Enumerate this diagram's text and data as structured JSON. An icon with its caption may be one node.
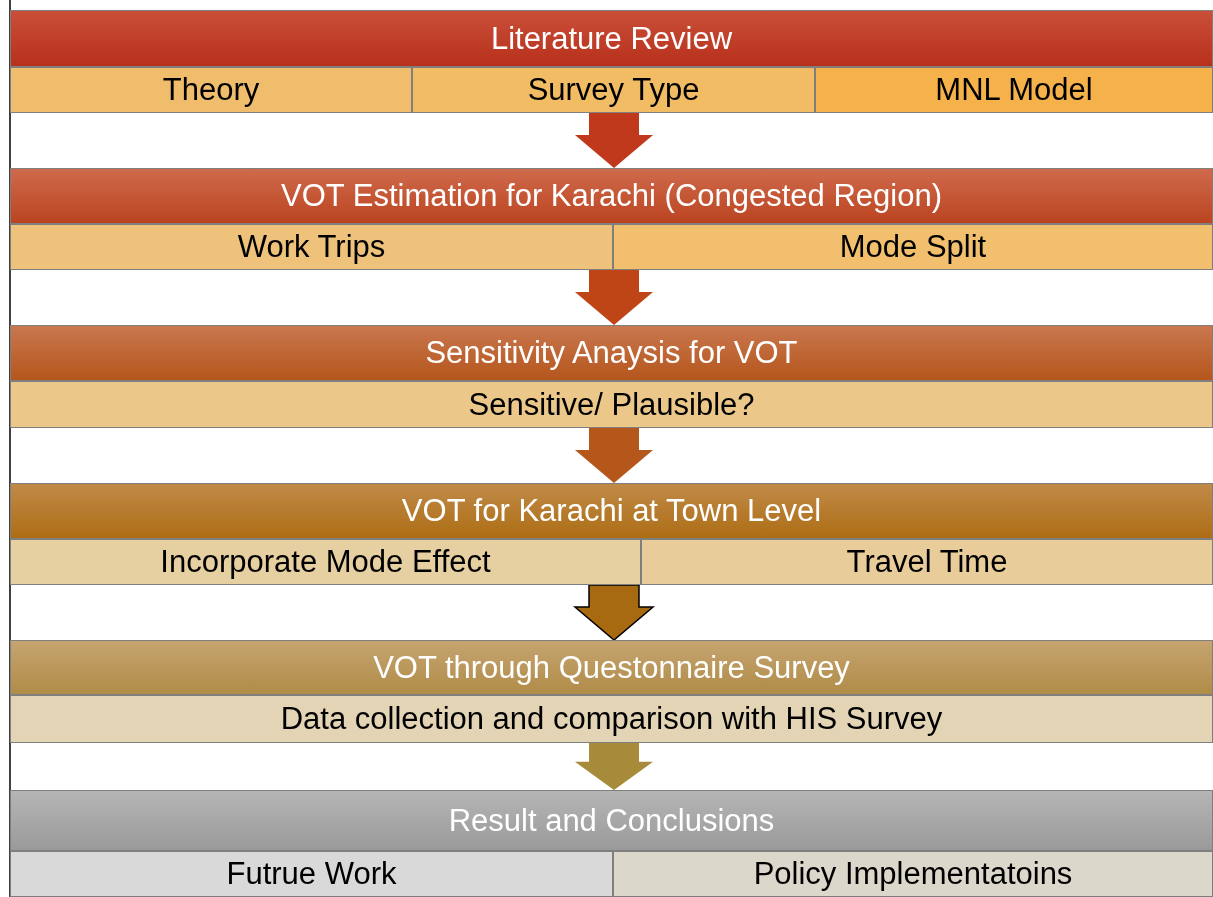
{
  "diagram": {
    "nodes": [
      {
        "text": [
          "Literature Review"
        ]
      },
      {
        "text": [
          "Theory"
        ]
      },
      {
        "text": [
          "Survey Type"
        ]
      },
      {
        "text": [
          "MNL Model"
        ]
      },
      {
        "text": [
          "VOT Estimation for Karachi (Congested Region)"
        ]
      },
      {
        "text": [
          "Work Trips"
        ]
      },
      {
        "text": [
          "Mode Split"
        ]
      },
      {
        "text": [
          "Sensitivity Anaysis for VOT"
        ]
      },
      {
        "text": [
          "Sensitive/ Plausible?"
        ]
      },
      {
        "text": [
          "VOT for Karachi at Town Level"
        ]
      },
      {
        "text": [
          "Incorporate Mode Effect"
        ]
      },
      {
        "text": [
          "Travel Time"
        ]
      },
      {
        "text": [
          "VOT through Questonnaire Survey"
        ]
      },
      {
        "text": [
          "Data collection and comparison with HIS Survey"
        ]
      },
      {
        "text": [
          "Result and Conclusions"
        ]
      },
      {
        "text": [
          "Futrue Work"
        ]
      },
      {
        "text": [
          "Policy Implementatoins"
        ]
      }
    ],
    "edges": [
      {
        "from": 2,
        "to": 4,
        "arrow": "to",
        "color": "#c0391d"
      },
      {
        "from": 5,
        "to": 7,
        "arrow": "to",
        "color": "#bf4516"
      },
      {
        "from": 8,
        "to": 9,
        "arrow": "to",
        "color": "#b5561a"
      },
      {
        "from": 10,
        "to": 12,
        "arrow": "to",
        "color": "#a86a10"
      },
      {
        "from": 13,
        "to": 14,
        "arrow": "to",
        "color": "#a88b3a"
      }
    ]
  }
}
